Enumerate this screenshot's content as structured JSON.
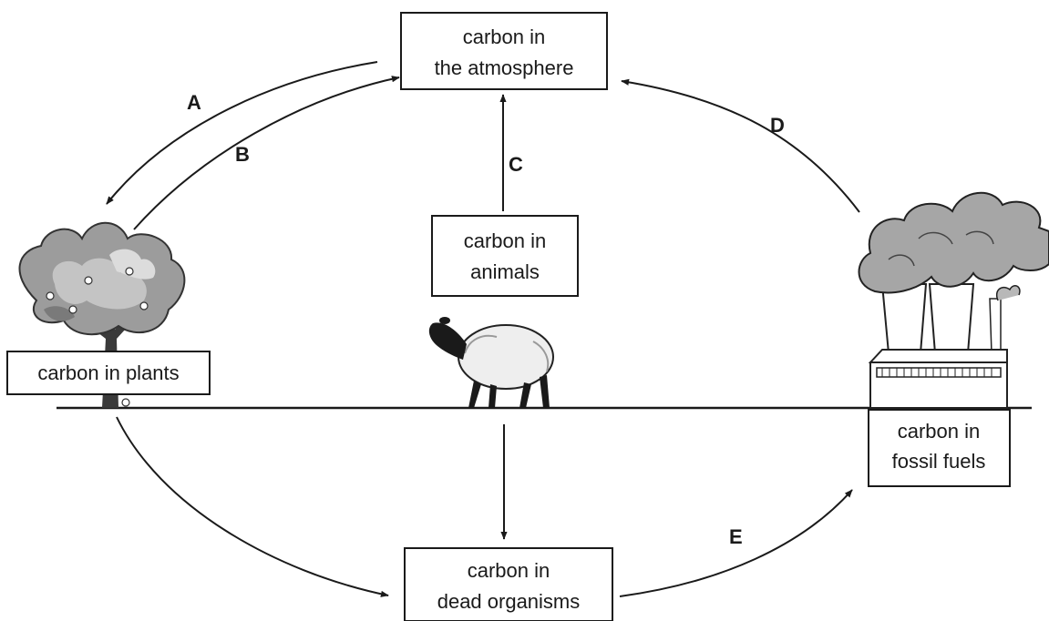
{
  "nodes": {
    "atmosphere": {
      "line1": "carbon in",
      "line2": "the atmosphere"
    },
    "animals": {
      "line1": "carbon in",
      "line2": "animals"
    },
    "plants": {
      "label": "carbon in plants"
    },
    "fossil": {
      "line1": "carbon in",
      "line2": "fossil fuels"
    },
    "dead": {
      "line1": "carbon in",
      "line2": "dead organisms"
    }
  },
  "arrows": {
    "A": "A",
    "B": "B",
    "C": "C",
    "D": "D",
    "E": "E"
  }
}
